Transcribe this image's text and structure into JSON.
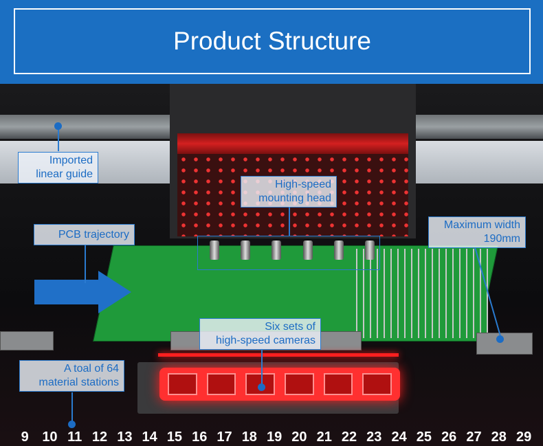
{
  "header": {
    "title": "Product Structure"
  },
  "labels": {
    "linear_guide": [
      "Imported",
      "linear guide"
    ],
    "mounting_head": [
      "High-speed",
      "mounting head"
    ],
    "pcb_trajectory": "PCB trajectory",
    "max_width": [
      "Maximum width",
      "190mm"
    ],
    "cameras": [
      "Six sets of",
      "high-speed cameras"
    ],
    "stations": [
      "A toal of 64",
      "material stations"
    ]
  },
  "ruler": [
    "9",
    "10",
    "11",
    "12",
    "13",
    "14",
    "15",
    "16",
    "17",
    "18",
    "19",
    "20",
    "21",
    "22",
    "23",
    "24",
    "25",
    "26",
    "27",
    "28",
    "29"
  ],
  "colors": {
    "accent": "#1b6fc2",
    "label_text": "#1c6cc4"
  }
}
